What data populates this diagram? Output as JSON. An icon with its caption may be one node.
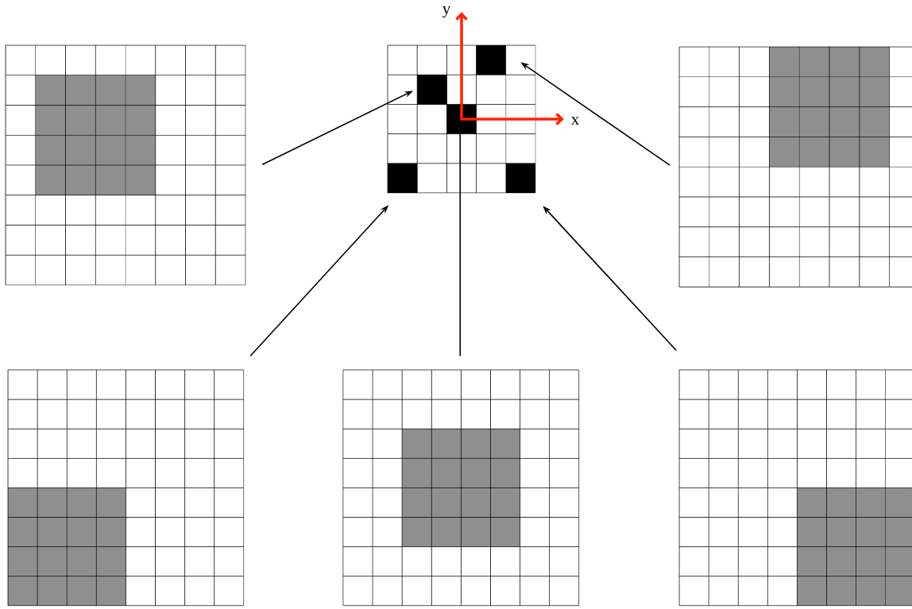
{
  "diagram": {
    "nodes": [
      {
        "text": [],
        "shape": "grid"
      },
      {
        "text": [],
        "shape": "grid"
      },
      {
        "text": [],
        "shape": "grid"
      },
      {
        "text": [],
        "shape": "grid"
      },
      {
        "text": [],
        "shape": "grid"
      },
      {
        "text": [],
        "shape": "grid"
      }
    ],
    "edges": [
      {
        "from": 0,
        "to": 1,
        "arrow": "to"
      },
      {
        "from": 2,
        "to": 1,
        "arrow": "to"
      },
      {
        "from": 3,
        "to": 1,
        "arrow": "to"
      },
      {
        "from": 4,
        "to": 1,
        "arrow": "to"
      },
      {
        "from": 5,
        "to": 1,
        "arrow": "to"
      }
    ],
    "labels": [
      "y",
      "x"
    ]
  }
}
